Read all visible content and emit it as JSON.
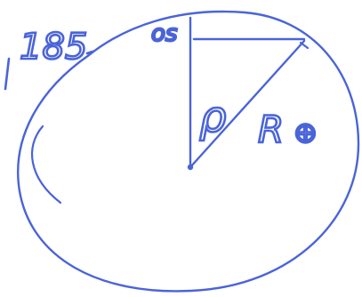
{
  "colors": {
    "ink": "#4a64d8",
    "background": "#ffffff"
  },
  "labels": {
    "number": "185",
    "os": "os",
    "rho": "ρ",
    "r_earth_letter": "R",
    "earth_symbol": "⊕"
  }
}
